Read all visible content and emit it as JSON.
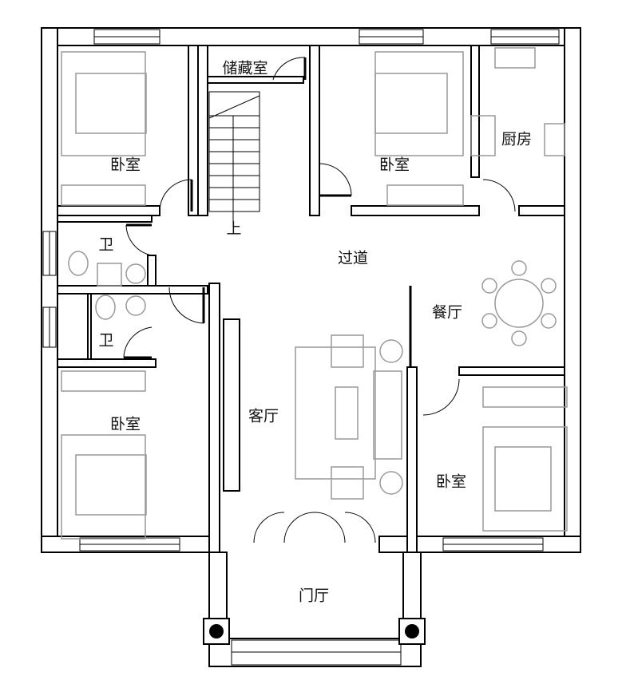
{
  "plan": {
    "rooms": {
      "bedroom_nw": "卧室",
      "storage": "储藏室",
      "bedroom_n": "卧室",
      "kitchen": "厨房",
      "bath_upper": "卫",
      "bath_lower": "卫",
      "stair_up": "上",
      "corridor": "过道",
      "dining": "餐厅",
      "living": "客厅",
      "bedroom_sw": "卧室",
      "bedroom_se": "卧室",
      "foyer": "门厅"
    }
  }
}
